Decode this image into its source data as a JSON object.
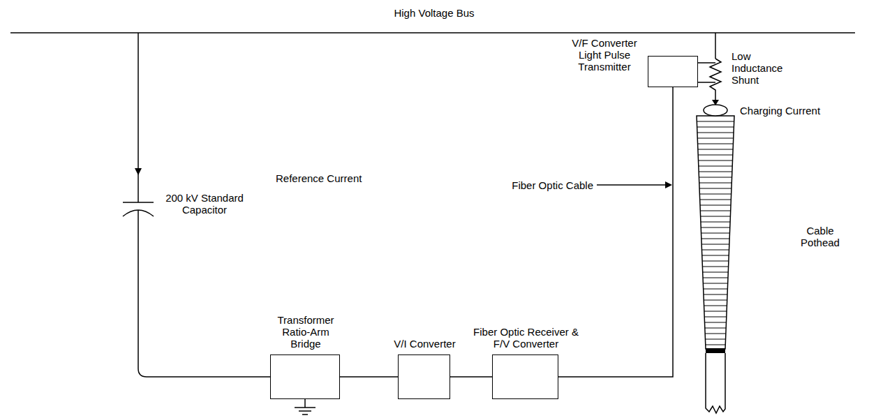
{
  "diagram": {
    "nodes": [
      {
        "text": [
          "V/F Converter Light Pulse Transmitter"
        ]
      },
      {
        "text": [
          "Transformer Ratio-Arm Bridge"
        ]
      },
      {
        "text": [
          "V/I Converter"
        ]
      },
      {
        "text": [
          "Fiber Optic Receiver & F/V Converter"
        ]
      }
    ],
    "edges": [
      {
        "from": 1,
        "to": 2,
        "arrow": "none"
      },
      {
        "from": 2,
        "to": 3,
        "arrow": "none"
      },
      {
        "from": 3,
        "to": 0,
        "arrow": "none"
      }
    ],
    "labels": [
      "High Voltage Bus",
      "Reference Current",
      "200 kV Standard Capacitor",
      "Fiber Optic Cable",
      "Low Inductance Shunt",
      "Charging Current",
      "Cable Pothead"
    ]
  }
}
